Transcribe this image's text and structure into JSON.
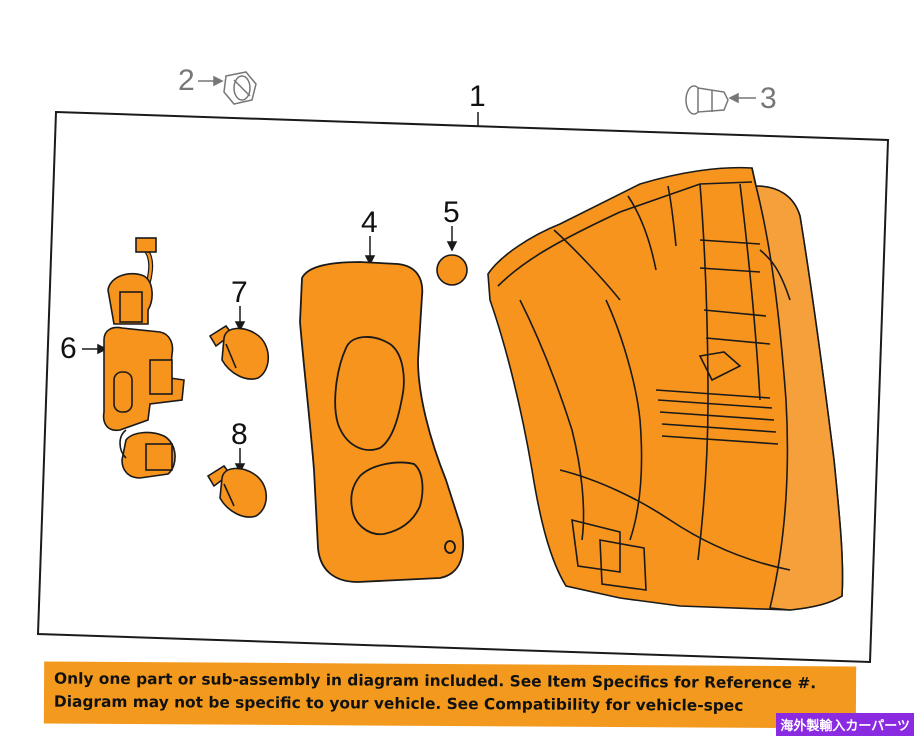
{
  "colors": {
    "part_fill": "#f7941d",
    "outline": "#1a1a1a",
    "banner": "#f39a1e",
    "watermark_bg": "#8a2be2"
  },
  "callouts": {
    "c1": "1",
    "c2": "2",
    "c3": "3",
    "c4": "4",
    "c5": "5",
    "c6": "6",
    "c7": "7",
    "c8": "8"
  },
  "banner": {
    "line1": "Only one part or sub-assembly in diagram included. See Item Specifics for Reference #.",
    "line2": "Diagram may not be specific to your vehicle. See Compatibility for vehicle-spec"
  },
  "watermark": "海外製輸入カーパーツ"
}
